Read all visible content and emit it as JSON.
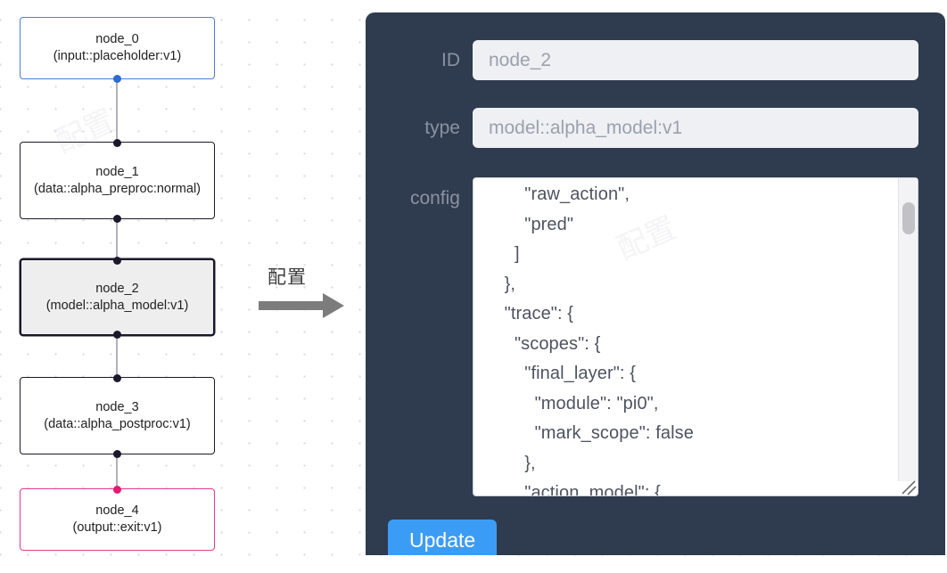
{
  "canvas": {
    "name": "flow-graph-canvas",
    "background": "#ffffff",
    "dot_color": "#d8d8de",
    "edge_color": "#b1b1b7",
    "nodes": [
      {
        "id": "node_0",
        "label_line1": "node_0",
        "label_line2": "(input::placeholder:v1)",
        "type": "input::placeholder:v1",
        "kind": "input",
        "border_color": "#4a7fd4",
        "handle_color": "#2b6cd4",
        "selected": false
      },
      {
        "id": "node_1",
        "label_line1": "node_1",
        "label_line2": "(data::alpha_preproc:normal)",
        "type": "data::alpha_preproc:normal",
        "kind": "default",
        "border_color": "#1a192b",
        "handle_color": "#1a192b",
        "selected": false
      },
      {
        "id": "node_2",
        "label_line1": "node_2",
        "label_line2": "(model::alpha_model:v1)",
        "type": "model::alpha_model:v1",
        "kind": "default",
        "border_color": "#1a192b",
        "handle_color": "#1a192b",
        "selected": true
      },
      {
        "id": "node_3",
        "label_line1": "node_3",
        "label_line2": "(data::alpha_postproc:v1)",
        "type": "data::alpha_postproc:v1",
        "kind": "default",
        "border_color": "#1a192b",
        "handle_color": "#1a192b",
        "selected": false
      },
      {
        "id": "node_4",
        "label_line1": "node_4",
        "label_line2": "(output::exit:v1)",
        "type": "output::exit:v1",
        "kind": "output",
        "border_color": "#e8388f",
        "handle_color": "#e8186f",
        "selected": false
      }
    ]
  },
  "annotation": {
    "arrow_label": "配置",
    "arrow_color": "#7c7c7c"
  },
  "config_panel": {
    "background": "#2f3b4e",
    "accent": "#3b9cf5",
    "fields": [
      {
        "label": "ID",
        "value": "node_2"
      },
      {
        "label": "type",
        "value": "model::alpha_model:v1"
      }
    ],
    "id_label": "ID",
    "id_value": "node_2",
    "type_label": "type",
    "type_value": "model::alpha_model:v1",
    "config_label": "config",
    "config_value": "        \"raw_action\",\n        \"pred\"\n      ]\n    },\n    \"trace\": {\n      \"scopes\": {\n        \"final_layer\": {\n          \"module\": \"pi0\",\n          \"mark_scope\": false\n        },\n        \"action_model\": {",
    "scrollbar": {
      "name": "config-scrollbar",
      "thumb_position_pct": 8
    },
    "update_label": "Update"
  }
}
